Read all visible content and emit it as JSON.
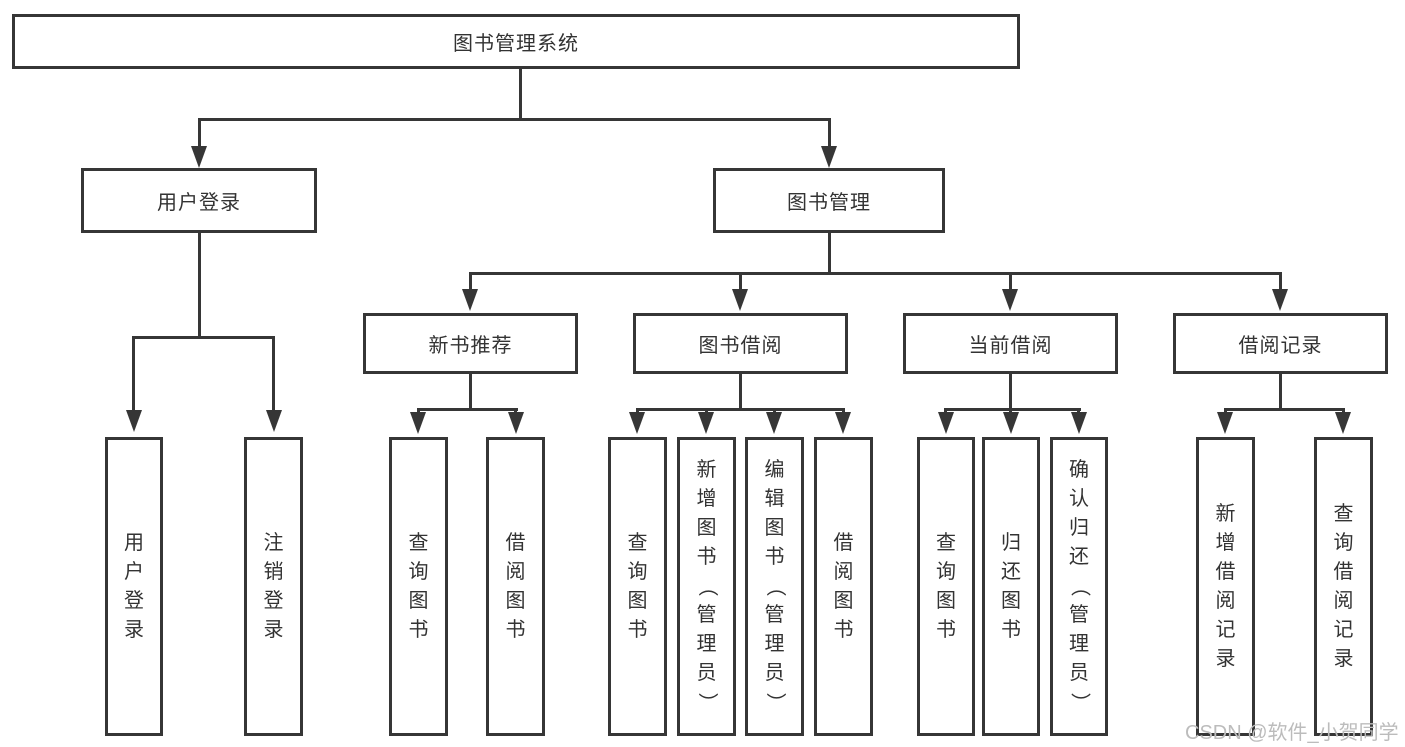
{
  "title": {
    "label": "图书管理系统"
  },
  "branches": {
    "user_login": {
      "label": "用户登录",
      "children": [
        "用户登录",
        "注销登录"
      ]
    },
    "book_mgmt": {
      "label": "图书管理",
      "sections": [
        {
          "label": "新书推荐",
          "children": [
            "查询图书",
            "借阅图书"
          ]
        },
        {
          "label": "图书借阅",
          "children": [
            "查询图书",
            "新增图书（管理员）",
            "编辑图书（管理员）",
            "借阅图书"
          ]
        },
        {
          "label": "当前借阅",
          "children": [
            "查询图书",
            "归还图书",
            "确认归还（管理员）"
          ]
        },
        {
          "label": "借阅记录",
          "children": [
            "新增借阅记录",
            "查询借阅记录"
          ]
        }
      ]
    }
  },
  "watermark": "CSDN @软件_小贺同学",
  "colors": {
    "line": "#363636",
    "text": "#333333",
    "watermark": "#bcbcbc",
    "background": "#ffffff"
  }
}
